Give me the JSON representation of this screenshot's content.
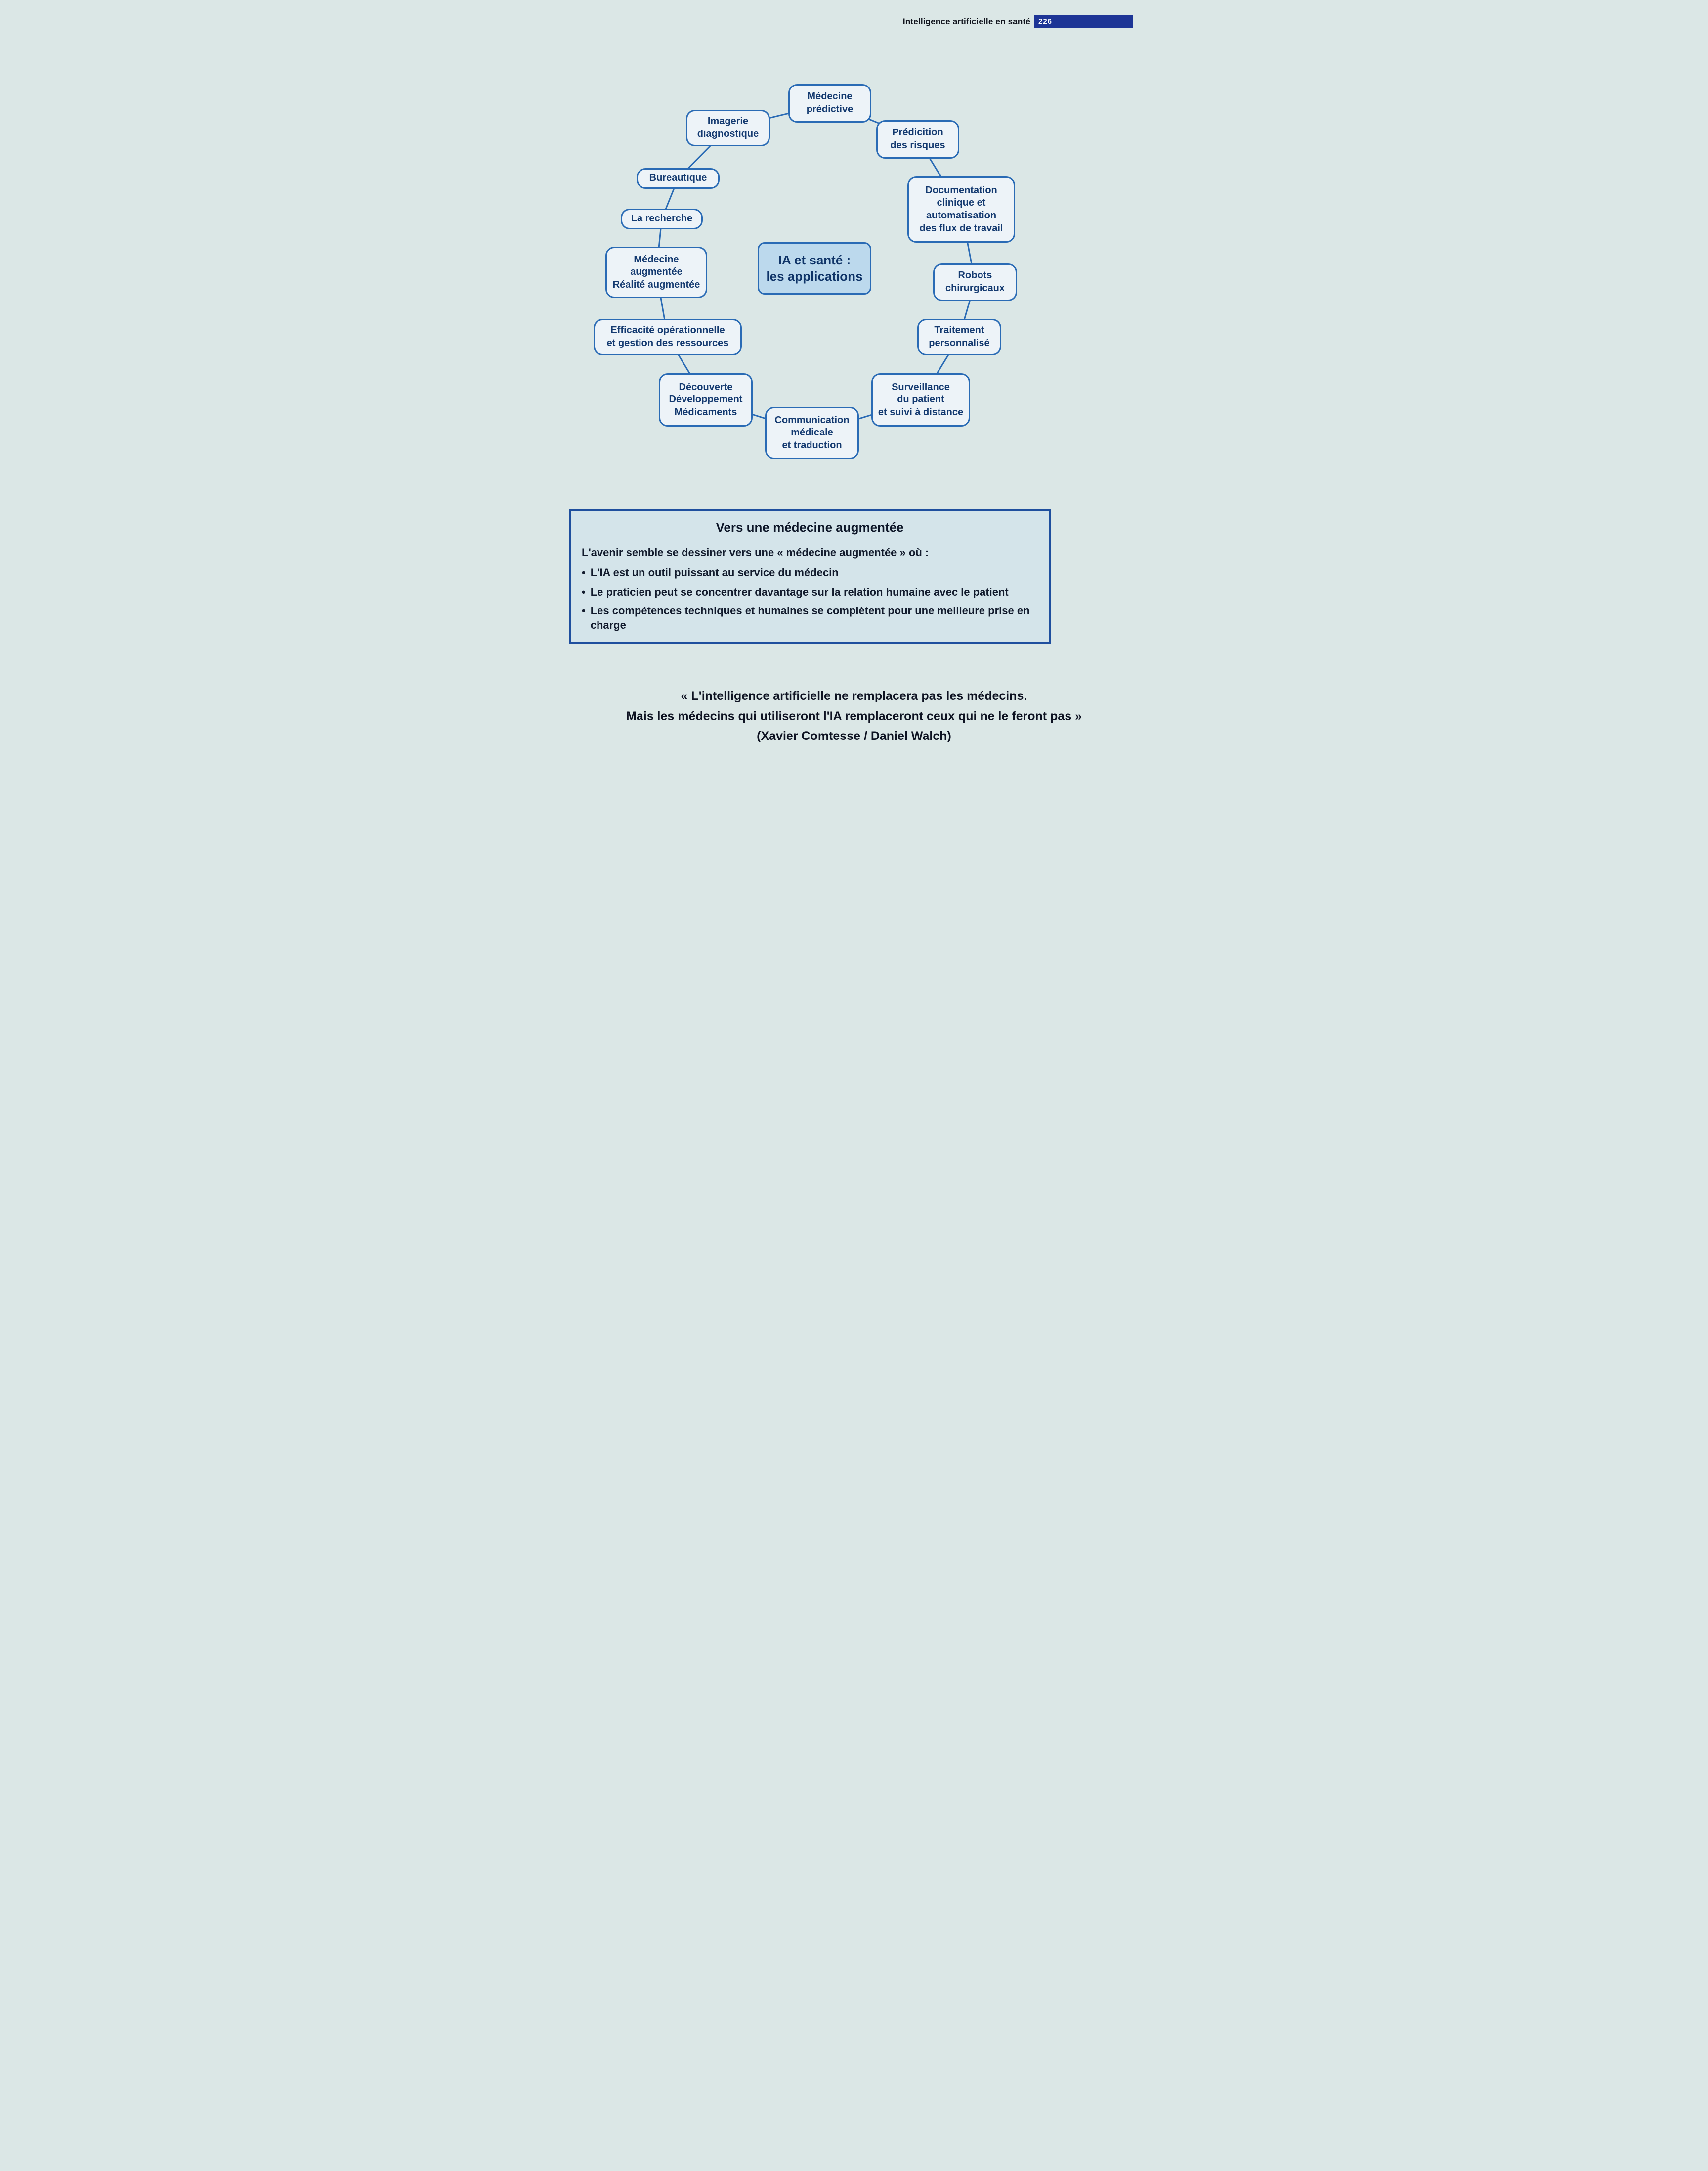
{
  "header": {
    "title": "Intelligence artificielle en santé",
    "page_number": "226"
  },
  "diagram": {
    "center_label": "IA et santé :\nles applications",
    "nodes": [
      {
        "id": "medecine-predictive",
        "label": "Médecine\nprédictive"
      },
      {
        "id": "imagerie-diagnostique",
        "label": "Imagerie\ndiagnostique"
      },
      {
        "id": "prediction-des-risques",
        "label": "Prédicition\ndes risques"
      },
      {
        "id": "bureautique",
        "label": "Bureautique"
      },
      {
        "id": "documentation-clinique",
        "label": "Documentation\nclinique et\nautomatisation\ndes flux de travail"
      },
      {
        "id": "la-recherche",
        "label": "La recherche"
      },
      {
        "id": "medecine-augmentee",
        "label": "Médecine\naugmentée\nRéalité augmentée"
      },
      {
        "id": "robots-chirurgicaux",
        "label": "Robots\nchirurgicaux"
      },
      {
        "id": "efficacite-operationnelle",
        "label": "Efficacité opérationnelle\net gestion des ressources"
      },
      {
        "id": "traitement-personnalise",
        "label": "Traitement\npersonnalisé"
      },
      {
        "id": "decouverte-medicaments",
        "label": "Découverte\nDéveloppement\nMédicaments"
      },
      {
        "id": "surveillance-patient",
        "label": "Surveillance\ndu patient\net suivi à distance"
      },
      {
        "id": "communication-medicale",
        "label": "Communication\nmédicale\net traduction"
      }
    ]
  },
  "info_box": {
    "title": "Vers une médecine augmentée",
    "intro": "L'avenir semble se dessiner vers une « médecine augmentée » où :",
    "bullet_glyph": "•",
    "bullets": [
      "L'IA est un outil puissant au service du médecin",
      "Le praticien peut se concentrer davantage sur la relation humaine avec le patient",
      "Les compétences techniques et humaines se complètent pour une meilleure prise en charge"
    ]
  },
  "quote": {
    "line1": "« L'intelligence artificielle ne remplacera pas les médecins.",
    "line2": "Mais les médecins qui utiliseront l'IA remplaceront ceux qui ne le feront pas »",
    "line3": "(Xavier Comtesse / Daniel Walch)"
  },
  "colors": {
    "accent": "#2a6bb5",
    "node_fill": "#edf3f8",
    "center_fill": "#bcd9ed",
    "page_bg": "#dbe7e6",
    "header_bar": "#1d3596",
    "info_border": "#1f4f9e"
  }
}
